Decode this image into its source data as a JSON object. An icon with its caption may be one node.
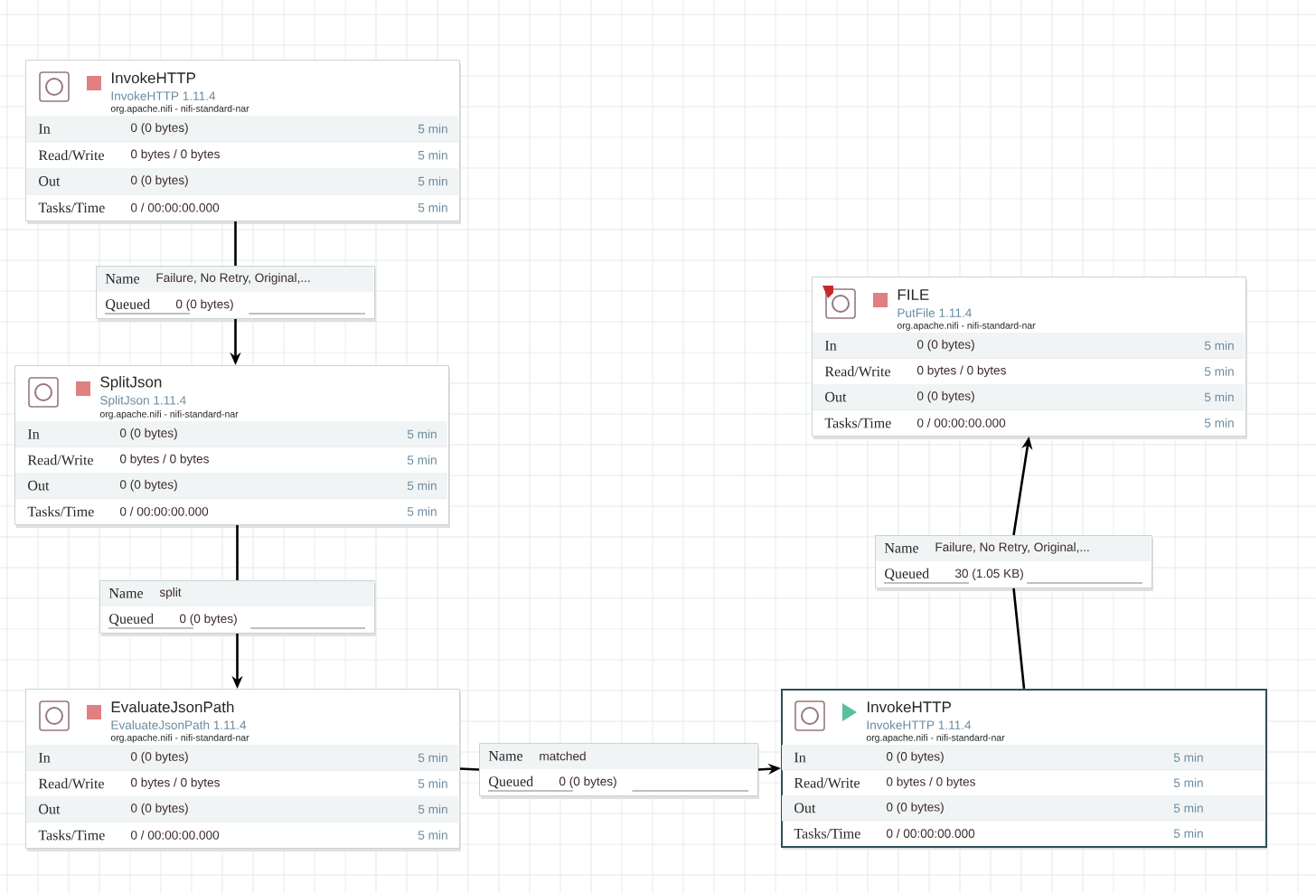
{
  "diagram": {
    "nodes": [
      {
        "text": [
          "InvokeHTTP",
          "InvokeHTTP 1.11.4",
          "org.apache.nifi - nifi-standard-nar",
          "In",
          "0 (0 bytes)",
          "5 min",
          "Read/Write",
          "0 bytes / 0 bytes",
          "5 min",
          "Out",
          "0 (0 bytes)",
          "5 min",
          "Tasks/Time",
          "0 / 00:00:00.000",
          "5 min"
        ]
      },
      {
        "text": [
          "Name",
          "Failure, No Retry, Original,...",
          "Queued",
          "0 (0 bytes)"
        ]
      },
      {
        "text": [
          "SplitJson",
          "SplitJson 1.11.4",
          "org.apache.nifi - nifi-standard-nar",
          "In",
          "0 (0 bytes)",
          "5 min",
          "Read/Write",
          "0 bytes / 0 bytes",
          "5 min",
          "Out",
          "0 (0 bytes)",
          "5 min",
          "Tasks/Time",
          "0 / 00:00:00.000",
          "5 min"
        ]
      },
      {
        "text": [
          "Name",
          "split",
          "Queued",
          "0 (0 bytes)"
        ]
      },
      {
        "text": [
          "EvaluateJsonPath",
          "EvaluateJsonPath 1.11.4",
          "org.apache.nifi - nifi-standard-nar",
          "In",
          "0 (0 bytes)",
          "5 min",
          "Read/Write",
          "0 bytes / 0 bytes",
          "5 min",
          "Out",
          "0 (0 bytes)",
          "5 min",
          "Tasks/Time",
          "0 / 00:00:00.000",
          "5 min"
        ]
      },
      {
        "text": [
          "Name",
          "matched",
          "Queued",
          "0 (0 bytes)"
        ]
      },
      {
        "text": [
          "InvokeHTTP",
          "InvokeHTTP 1.11.4",
          "org.apache.nifi - nifi-standard-nar",
          "In",
          "0 (0 bytes)",
          "5 min",
          "Read/Write",
          "0 bytes / 0 bytes",
          "5 min",
          "Out",
          "0 (0 bytes)",
          "5 min",
          "Tasks/Time",
          "0 / 00:00:00.000",
          "5 min"
        ]
      },
      {
        "text": [
          "Name",
          "Failure, No Retry, Original,...",
          "Queued",
          "30 (1.05 KB)"
        ]
      },
      {
        "text": [
          "FILE",
          "PutFile 1.11.4",
          "org.apache.nifi - nifi-standard-nar",
          "In",
          "0 (0 bytes)",
          "5 min",
          "Read/Write",
          "0 bytes / 0 bytes",
          "5 min",
          "Out",
          "0 (0 bytes)",
          "5 min",
          "Tasks/Time",
          "0 / 00:00:00.000",
          "5 min"
        ]
      }
    ],
    "edges": [
      {
        "from": 0,
        "to": 1,
        "arrow": "none"
      },
      {
        "from": 1,
        "to": 2,
        "arrow": "to"
      },
      {
        "from": 2,
        "to": 3,
        "arrow": "none"
      },
      {
        "from": 3,
        "to": 4,
        "arrow": "to"
      },
      {
        "from": 4,
        "to": 5,
        "arrow": "none"
      },
      {
        "from": 5,
        "to": 6,
        "arrow": "to"
      },
      {
        "from": 6,
        "to": 7,
        "arrow": "none"
      },
      {
        "from": 7,
        "to": 8,
        "arrow": "to"
      }
    ]
  }
}
